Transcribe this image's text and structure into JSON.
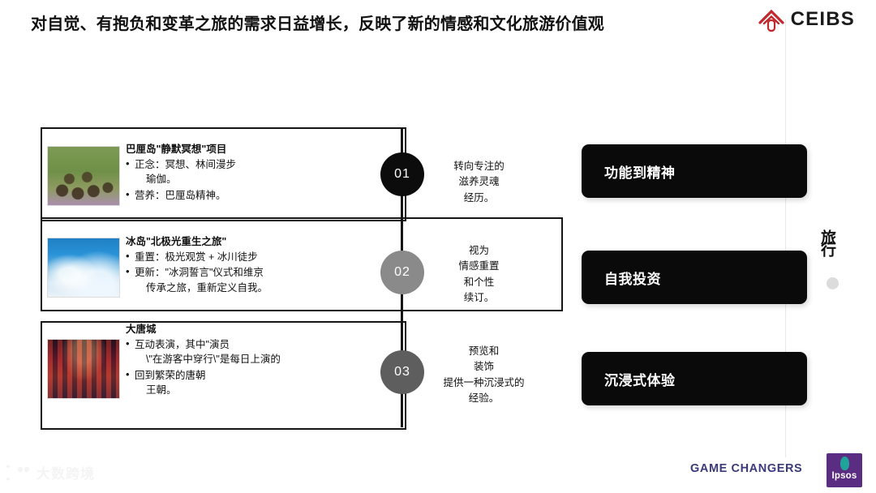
{
  "slide": {
    "title": "对自觉、有抱负和变革之旅的需求日益增长，反映了新的情感和文化旅游价值观",
    "brand": {
      "logo_text": "CEIBS",
      "logo_icon": "ceibs-house-arch-icon",
      "accent_red": "#c1272d",
      "accent_dark": "#1b1b1b"
    },
    "side_label": "旅行"
  },
  "rows": [
    {
      "number": "01",
      "circle_color": "#0c0c0c",
      "thumb_icon": "bali-yoga-forest-photo",
      "heading": "巴厘岛\"静默冥想\"项目",
      "bullets": [
        {
          "text": "正念：冥想、林间漫步",
          "continuation": "瑜伽。"
        },
        {
          "text": "营养：巴厘岛精神。",
          "continuation": ""
        }
      ],
      "middle_lines": [
        "转向专注的",
        "滋养灵魂",
        "经历。"
      ],
      "pill_label": "功能到精神"
    },
    {
      "number": "02",
      "circle_color": "#8a8a8a",
      "thumb_icon": "iceland-ice-cave-aurora-photo",
      "heading": "冰岛\"北极光重生之旅\"",
      "bullets": [
        {
          "text": "重置：极光观赏 + 冰川徒步",
          "continuation": ""
        },
        {
          "text": "更新：\"冰洞誓言\"仪式和维京",
          "continuation": "传承之旅，重新定义自我。"
        }
      ],
      "middle_lines": [
        "视为",
        "情感重置",
        "和个性",
        "续订。"
      ],
      "pill_label": "自我投资"
    },
    {
      "number": "03",
      "circle_color": "#5e5e5e",
      "thumb_icon": "datang-city-night-lights-photo",
      "heading": "大唐城",
      "bullets": [
        {
          "text": "互动表演，其中\"演员",
          "continuation": "\\\"在游客中穿行\\\"是每日上演的"
        },
        {
          "text": "回到繁荣的唐朝",
          "continuation": "王朝。"
        }
      ],
      "middle_lines": [
        "预览和",
        "装饰",
        "提供一种沉浸式的",
        "经验。"
      ],
      "pill_label": "沉浸式体验"
    }
  ],
  "footer": {
    "game_changers": "GAME CHANGERS",
    "game_changers_color": "#3b3a7a",
    "ipsos_label": "Ipsos",
    "ipsos_color": "#5a2d82",
    "watermark_text": "大数跨境"
  }
}
